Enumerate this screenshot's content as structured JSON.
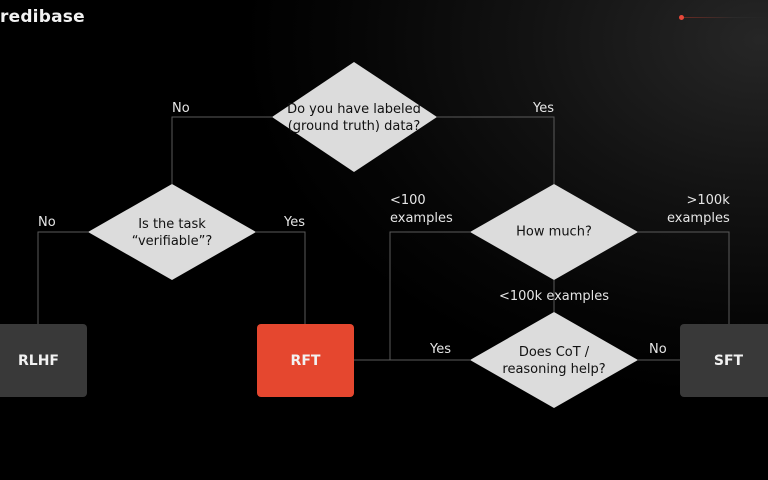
{
  "brand": {
    "text": "redibase"
  },
  "decisions": {
    "labeled": {
      "line1": "Do you have labeled",
      "line2": "(ground truth) data?"
    },
    "verifiable": {
      "line1": "Is the task",
      "line2": "“verifiable”?"
    },
    "how_much": {
      "line1": "How much?"
    },
    "cot": {
      "line1": "Does CoT /",
      "line2": "reasoning help?"
    }
  },
  "outcomes": {
    "rlhf": "RLHF",
    "rft": "RFT",
    "sft": "SFT"
  },
  "edge_labels": {
    "labeled_no": "No",
    "labeled_yes": "Yes",
    "verifiable_no": "No",
    "verifiable_yes": "Yes",
    "lt100_line1": "<100",
    "lt100_line2": "examples",
    "gt100k_line1": ">100k",
    "gt100k_line2": "examples",
    "lt100k": "<100k examples",
    "cot_yes": "Yes",
    "cot_no": "No"
  },
  "colors": {
    "accent": "#e5472f",
    "diamond": "#dcdcdc",
    "box_dark": "#393939",
    "connector": "#5a5a5a"
  }
}
